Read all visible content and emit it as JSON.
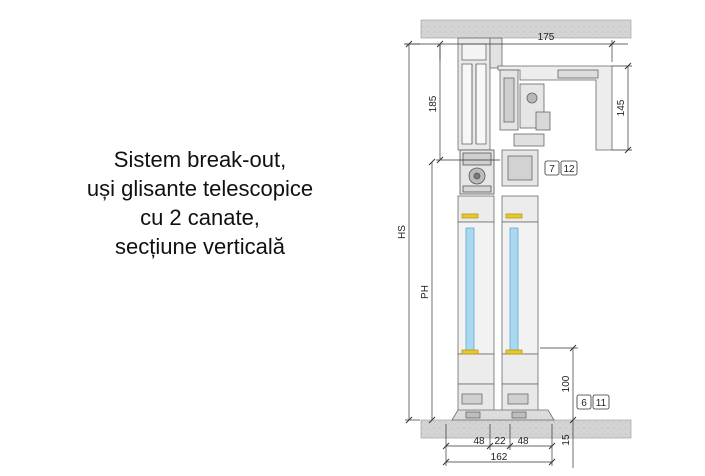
{
  "caption": {
    "lines": [
      "Sistem break-out,",
      "uși glisante telescopice",
      "cu 2 canate,",
      "secțiune verticală"
    ]
  },
  "dimensions": {
    "top_width": "175",
    "profile_height": "145",
    "upper_height": "185",
    "total_height": "HS",
    "passage_height": "PH",
    "threshold_height": "100",
    "floor_offset": "15",
    "bottom_left": "48",
    "bottom_middle": "22",
    "bottom_right": "48",
    "total_width": "162"
  },
  "detail_refs": {
    "upper": [
      "7",
      "12"
    ],
    "lower": [
      "6",
      "11"
    ]
  },
  "colors": {
    "glass": "#a9d8f0",
    "glass_edge": "#5fa9d6",
    "profile": "#e9e9e9",
    "profile_stroke": "#6b6b6b",
    "concrete": "#d0d0d0",
    "gasket": "#e8c830"
  }
}
